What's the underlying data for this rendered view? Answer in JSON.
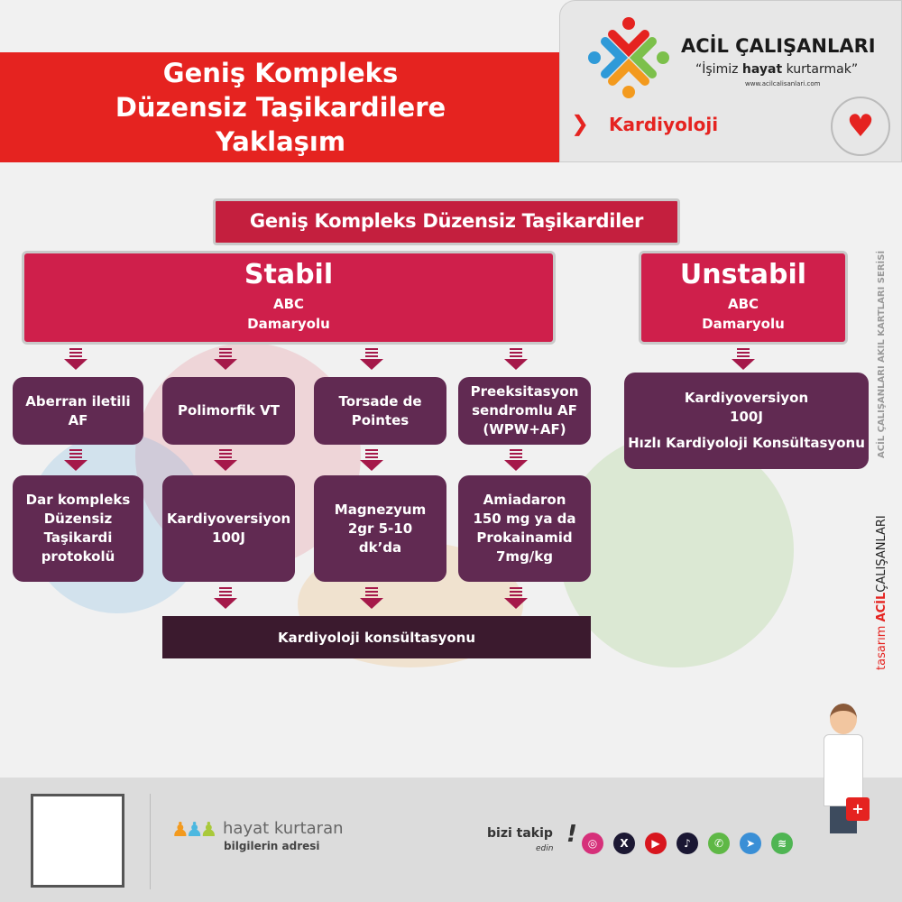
{
  "header": {
    "title_lines": [
      "Geniş Kompleks",
      "Düzensiz Taşikardilere",
      "Yaklaşım"
    ]
  },
  "brand": {
    "name": "ACİL ÇALIŞANLARI",
    "slogan_pre": "“İşimiz ",
    "slogan_bold": "hayat",
    "slogan_post": " kurtarmak”",
    "url": "www.acilcalisanlari.com",
    "category": "Kardiyoloji"
  },
  "chart": {
    "title": "Geniş Kompleks Düzensiz Taşikardiler",
    "stabil": {
      "heading": "Stabil",
      "lines": [
        "ABC",
        "Damaryolu"
      ]
    },
    "unstabil": {
      "heading": "Unstabil",
      "lines": [
        "ABC",
        "Damaryolu"
      ],
      "action_lines": [
        "Kardiyoversiyon",
        "100J",
        "Hızlı Kardiyoloji Konsültasyonu"
      ]
    },
    "row1": [
      "Aberran iletili AF",
      "Polimorfik VT",
      "Torsade de Pointes",
      "Preeksitasyon sendromlu AF (WPW+AF)"
    ],
    "row2": [
      "Dar kompleks Düzensiz Taşikardi protokolü",
      "Kardiyoversiyon 100J",
      "Magnezyum 2gr 5-10 dk’da",
      "Amiadaron 150 mg ya da Prokainamid 7mg/kg"
    ],
    "final": "Kardiyoloji konsültasyonu"
  },
  "side": {
    "series": "ACİL ÇALIŞANLARI AKIL KARTLARI SERİSİ",
    "design_prefix": "tasarım",
    "design_acil": "ACİL",
    "design_rest": "ÇALIŞANLARI"
  },
  "footer": {
    "tag1": "hayat kurtaran",
    "tag2": "bilgilerin adresi",
    "follow": "bizi takip",
    "follow_sub": "edin",
    "follow_mark": "!",
    "socials": [
      {
        "icon": "instagram-icon",
        "glyph": "◎",
        "color": "#d6307a"
      },
      {
        "icon": "x-icon",
        "glyph": "X",
        "color": "#1c1833"
      },
      {
        "icon": "youtube-icon",
        "glyph": "▶",
        "color": "#d8161e"
      },
      {
        "icon": "tiktok-icon",
        "glyph": "♪",
        "color": "#1a1733"
      },
      {
        "icon": "whatsapp-icon",
        "glyph": "✆",
        "color": "#5fb846"
      },
      {
        "icon": "telegram-icon",
        "glyph": "➤",
        "color": "#3a8fd6"
      },
      {
        "icon": "spotify-icon",
        "glyph": "≋",
        "color": "#4fb553"
      }
    ]
  }
}
